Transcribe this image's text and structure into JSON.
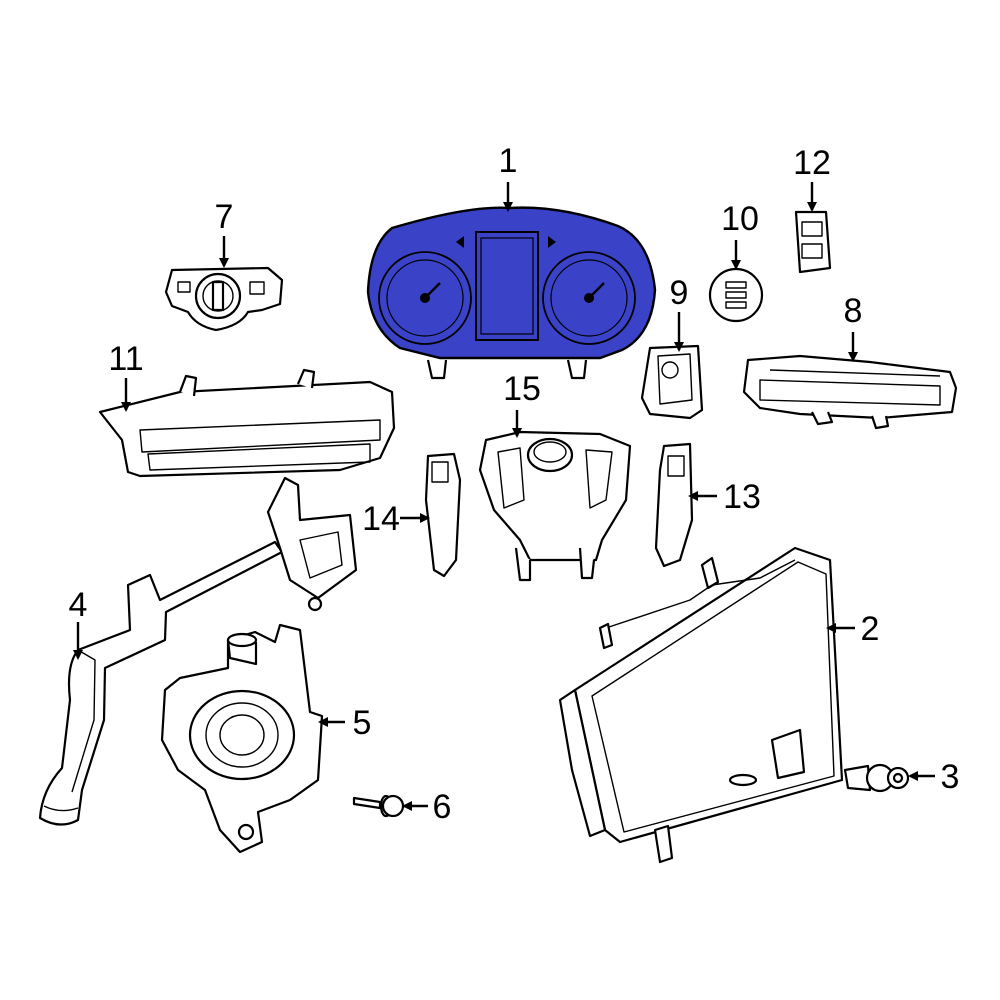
{
  "diagram": {
    "highlight_color": "#3a43c8",
    "callouts": [
      {
        "id": "1",
        "label": "1"
      },
      {
        "id": "2",
        "label": "2"
      },
      {
        "id": "3",
        "label": "3"
      },
      {
        "id": "4",
        "label": "4"
      },
      {
        "id": "5",
        "label": "5"
      },
      {
        "id": "6",
        "label": "6"
      },
      {
        "id": "7",
        "label": "7"
      },
      {
        "id": "8",
        "label": "8"
      },
      {
        "id": "9",
        "label": "9"
      },
      {
        "id": "10",
        "label": "10"
      },
      {
        "id": "11",
        "label": "11"
      },
      {
        "id": "12",
        "label": "12"
      },
      {
        "id": "13",
        "label": "13"
      },
      {
        "id": "14",
        "label": "14"
      },
      {
        "id": "15",
        "label": "15"
      }
    ]
  }
}
